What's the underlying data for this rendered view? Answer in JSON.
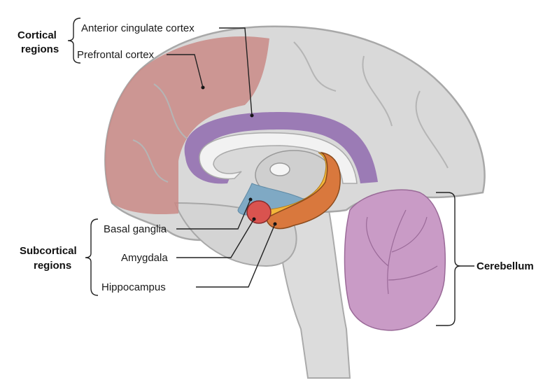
{
  "title": "Brain regions (sagittal section)",
  "groups": {
    "cortical": {
      "line1": "Cortical",
      "line2": "regions"
    },
    "subcortical": {
      "line1": "Subcortical",
      "line2": "regions"
    },
    "cerebellum": "Cerebellum"
  },
  "labels": {
    "acc": "Anterior cingulate cortex",
    "prefrontal": "Prefrontal cortex",
    "basal_ganglia": "Basal ganglia",
    "amygdala": "Amygdala",
    "hippocampus": "Hippocampus"
  },
  "colors": {
    "brain": "#d9d9d9",
    "prefrontal": "#c98a86",
    "acc": "#9b7bb5",
    "basal_ganglia": "#7fa9c4",
    "amygdala": "#d9534f",
    "hippocampus": "#d9783d",
    "fornix": "#f2b63a",
    "cerebellum": "#c99bc6"
  }
}
